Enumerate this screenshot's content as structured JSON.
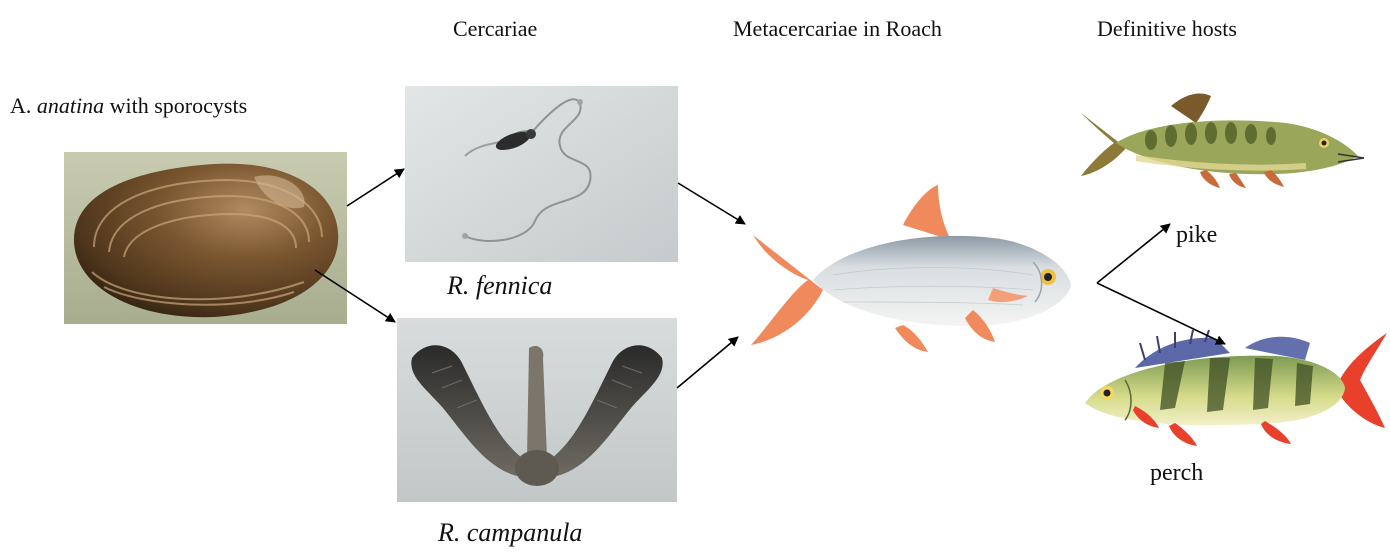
{
  "headers": {
    "stage2": "Cercariae",
    "stage3": "Metacercariae in Roach",
    "stage4": "Definitive hosts"
  },
  "first_host": {
    "genus_abbrev": "A.",
    "species": "anatina",
    "suffix": " with sporocysts"
  },
  "cercariae": {
    "top": "R. fennica",
    "bottom": "R. campanula"
  },
  "definitive_hosts": {
    "top": "pike",
    "bottom": "perch"
  },
  "colors": {
    "text": "#111111",
    "arrow": "#000000",
    "roach_fin": "#f08a5d",
    "perch_fin": "#e8402a",
    "pike_body": "#9aa65a"
  }
}
